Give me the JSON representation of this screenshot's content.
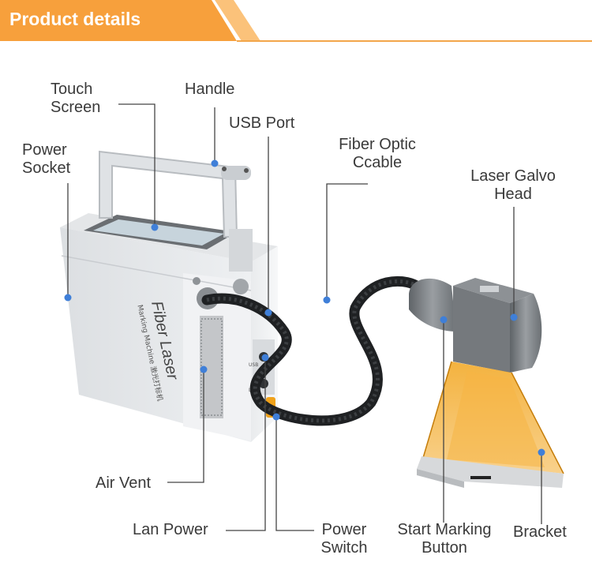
{
  "header": {
    "title": "Product details",
    "accent_color": "#f7a03c",
    "accent_light": "#fbc27a"
  },
  "device": {
    "brand_line": "Fiber Laser",
    "model_line": "Marking Machine 激光打标机",
    "port_usb": "USB",
    "port_lan": "LAN"
  },
  "callouts": {
    "touch_screen": [
      "Touch",
      "Screen"
    ],
    "handle": "Handle",
    "usb_port": "USB Port",
    "power_socket": [
      "Power",
      "Socket"
    ],
    "fiber_optic": [
      "Fiber Optic",
      "Ccable"
    ],
    "galvo_head": [
      "Laser Galvo",
      "Head"
    ],
    "air_vent": "Air Vent",
    "lan_power": "Lan Power",
    "power_switch": [
      "Power",
      "Switch"
    ],
    "start_button": [
      "Start Marking",
      "Button"
    ],
    "bracket": "Bracket"
  },
  "colors": {
    "marker": "#3f7fd8",
    "line": "#444444",
    "cover": "#f0a21a"
  }
}
